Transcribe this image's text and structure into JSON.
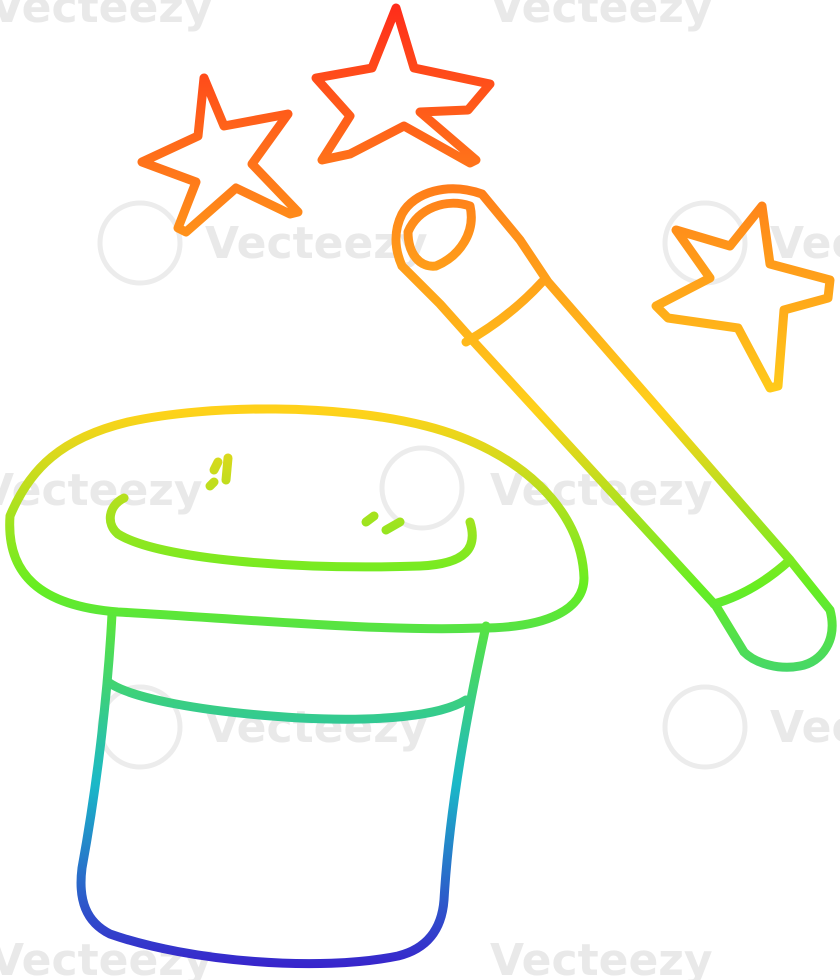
{
  "watermark": {
    "text": "Vecteezy"
  },
  "gradient": {
    "top": "#ff2a1a",
    "upper": "#ff8a1a",
    "middle": "#ffd21a",
    "lower": "#66ee22",
    "bottom_mid": "#1ab8c8",
    "bottom": "#3a1acc"
  },
  "objects": {
    "stars": [
      "star-top-center",
      "star-top-left",
      "star-right"
    ],
    "wand": "magic-wand",
    "hat": "top-hat"
  }
}
